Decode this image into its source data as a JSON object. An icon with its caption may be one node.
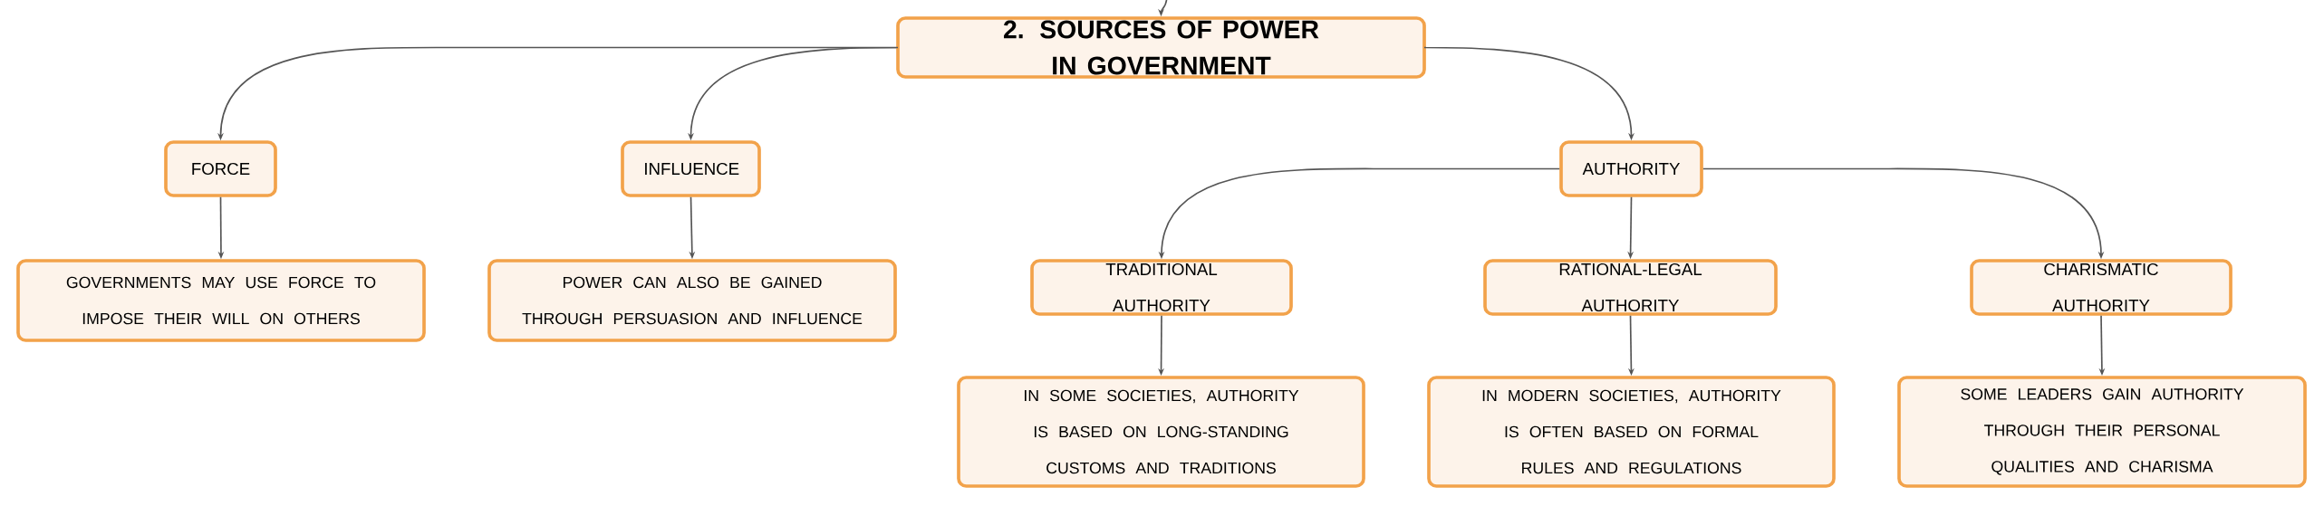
{
  "diagram": {
    "nodes": [
      {
        "text": [
          "2. SOURCES OF POWER IN GOVERNMENT"
        ]
      },
      {
        "text": [
          "FORCE"
        ]
      },
      {
        "text": [
          "INFLUENCE"
        ]
      },
      {
        "text": [
          "AUTHORITY"
        ]
      },
      {
        "text": [
          "GOVERNMENTS MAY USE FORCE TO IMPOSE THEIR WILL ON OTHERS"
        ]
      },
      {
        "text": [
          "POWER CAN ALSO BE GAINED THROUGH PERSUASION AND INFLUENCE"
        ]
      },
      {
        "text": [
          "TRADITIONAL AUTHORITY"
        ]
      },
      {
        "text": [
          "RATIONAL-LEGAL AUTHORITY"
        ]
      },
      {
        "text": [
          "CHARISMATIC AUTHORITY"
        ]
      },
      {
        "text": [
          "IN SOME SOCIETIES, AUTHORITY IS BASED ON LONG-STANDING CUSTOMS AND TRADITIONS"
        ]
      },
      {
        "text": [
          "IN MODERN SOCIETIES, AUTHORITY IS OFTEN BASED ON FORMAL RULES AND REGULATIONS"
        ]
      },
      {
        "text": [
          "SOME LEADERS GAIN AUTHORITY THROUGH THEIR PERSONAL QUALITIES AND CHARISMA"
        ]
      }
    ],
    "edges": [
      {
        "from": null,
        "to": 0,
        "arrow": "to"
      },
      {
        "from": 0,
        "to": 1,
        "arrow": "to"
      },
      {
        "from": 0,
        "to": 2,
        "arrow": "to"
      },
      {
        "from": 0,
        "to": 3,
        "arrow": "to"
      },
      {
        "from": 1,
        "to": 4,
        "arrow": "to"
      },
      {
        "from": 2,
        "to": 5,
        "arrow": "to"
      },
      {
        "from": 3,
        "to": 6,
        "arrow": "to"
      },
      {
        "from": 3,
        "to": 7,
        "arrow": "to"
      },
      {
        "from": 3,
        "to": 8,
        "arrow": "to"
      },
      {
        "from": 6,
        "to": 9,
        "arrow": "to"
      },
      {
        "from": 7,
        "to": 10,
        "arrow": "to"
      },
      {
        "from": 8,
        "to": 11,
        "arrow": "to"
      }
    ]
  }
}
